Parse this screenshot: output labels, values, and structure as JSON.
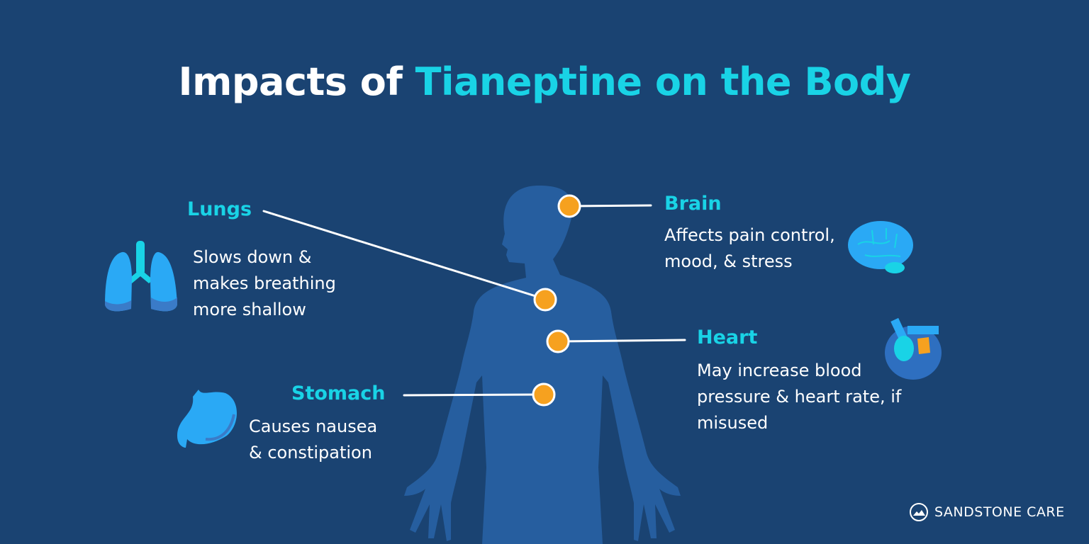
{
  "title": {
    "prefix": "Impacts of ",
    "accent": "Tianeptine on the Body"
  },
  "colors": {
    "background": "#1a4372",
    "silhouette": "#265e9f",
    "accent": "#19d3e6",
    "dot": "#f6a11f",
    "text": "#ffffff"
  },
  "organs": {
    "lungs": {
      "label": "Lungs",
      "description": "Slows down &\nmakes breathing\nmore shallow",
      "icon": "lungs-icon"
    },
    "brain": {
      "label": "Brain",
      "description": "Affects pain control,\nmood, & stress",
      "icon": "brain-icon"
    },
    "heart": {
      "label": "Heart",
      "description": "May increase blood\npressure & heart rate, if\nmisused",
      "icon": "heart-icon"
    },
    "stomach": {
      "label": "Stomach",
      "description": "Causes nausea\n& constipation",
      "icon": "stomach-icon"
    }
  },
  "brand": {
    "name": "SANDSTONE CARE",
    "icon": "mountain-logo-icon"
  }
}
